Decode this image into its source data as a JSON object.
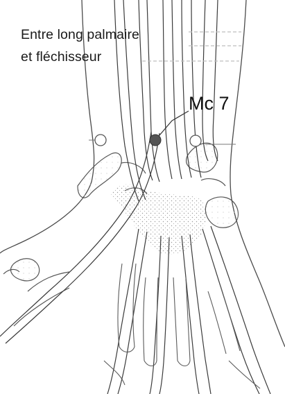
{
  "annotation": {
    "line1": "Entre long palmaire",
    "line2": "et fléchisseur"
  },
  "point": {
    "label": "Mc 7",
    "color": "#555555"
  },
  "colors": {
    "ink": "#3a3a3a",
    "dashed": "#bdbdbd",
    "background": "#ffffff"
  }
}
